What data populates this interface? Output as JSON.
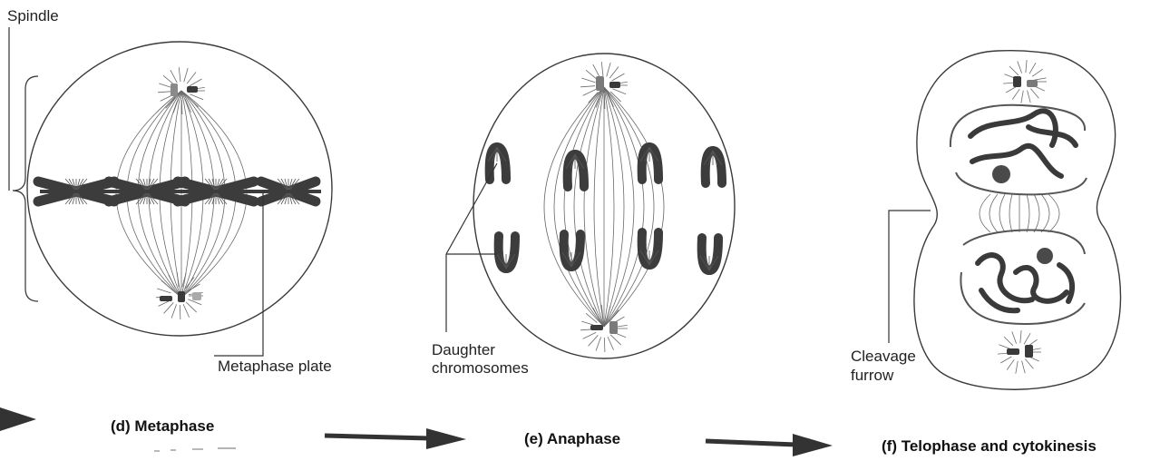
{
  "labels": {
    "spindle": "Spindle",
    "metaphase_plate": "Metaphase plate",
    "daughter_line1": "Daughter",
    "daughter_line2": "chromosomes",
    "cleavage_line1": "Cleavage",
    "cleavage_line2": "furrow"
  },
  "stages": [
    {
      "label": "(d) Metaphase"
    },
    {
      "label": "(e) Anaphase"
    },
    {
      "label": "(f) Telophase and cytokinesis"
    }
  ],
  "colors": {
    "outline": "#3a3a3a",
    "chromosome": "#3c3c3c",
    "fiber": "#6a6a6a",
    "centrosome": "#8a8a8a",
    "arrow": "#333333"
  }
}
